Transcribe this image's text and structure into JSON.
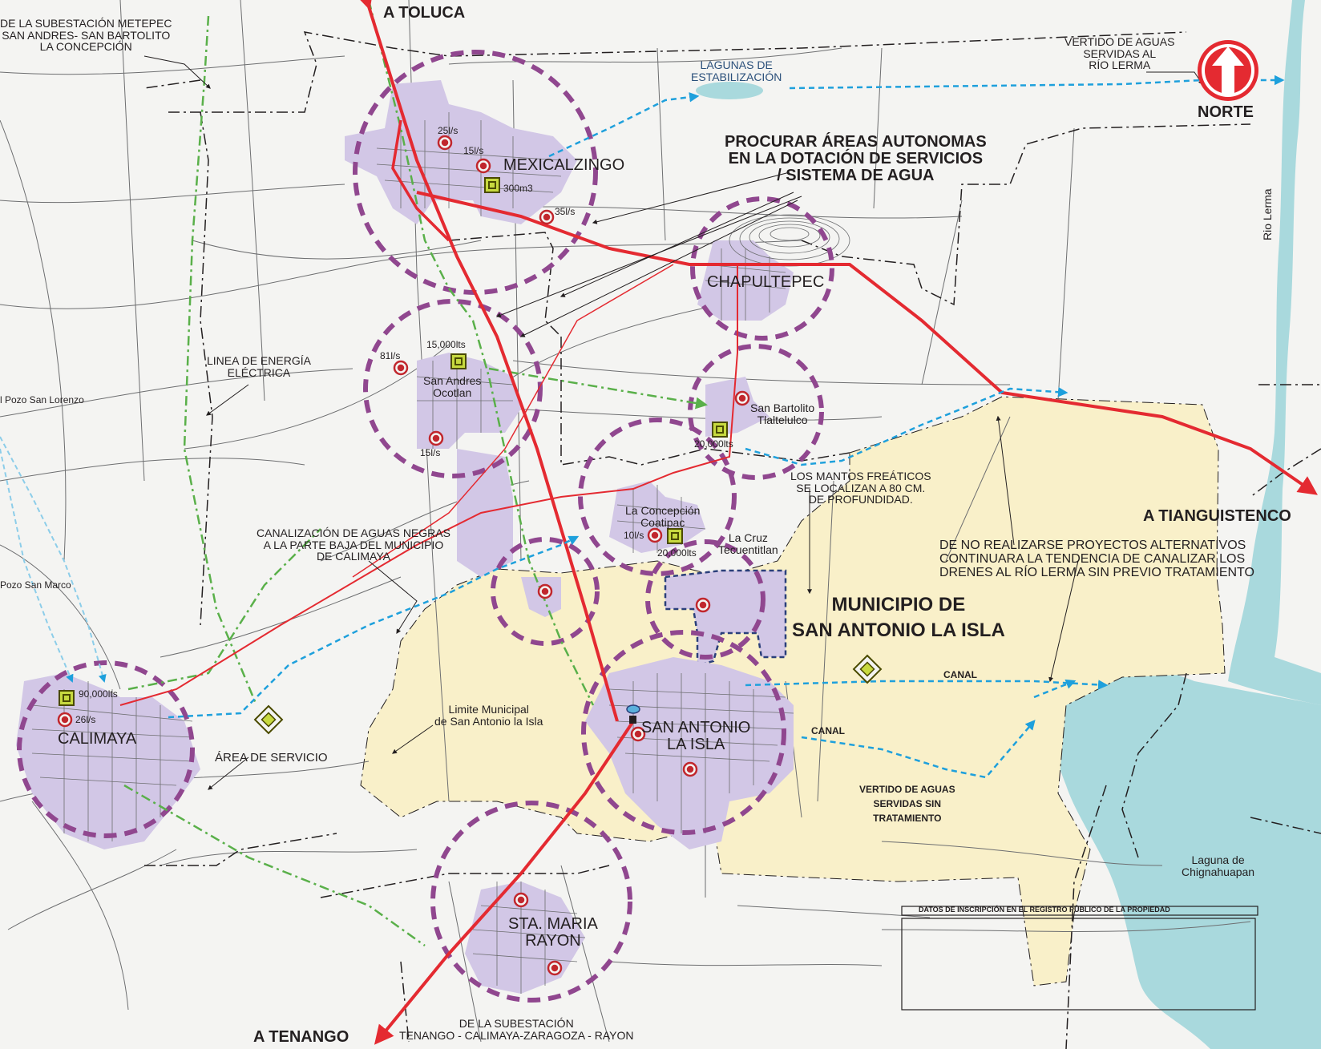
{
  "colors": {
    "background": "#f4f4f2",
    "municipality_fill": "#f9f0c9",
    "urban_fill": "#d2c7e6",
    "service_circle": "#90478f",
    "highway": "#e42a31",
    "power_line": "#5ab04a",
    "sewage_flow": "#1ea0dc",
    "water_body": "#a9d9dd",
    "river": "#a9d9dd",
    "north_arrow": "#e42a31"
  },
  "icons": {
    "well": "concentric-circle-icon",
    "tank": "square-spiral-icon",
    "treatment": "diamond-icon",
    "north": "north-arrow-icon"
  },
  "labels": {
    "toluca": "A TOLUCA",
    "tenango": "A TENANGO",
    "tianguistenco": "A TIANGUISTENCO",
    "north": "NORTE",
    "substation_top": [
      "DE LA SUBESTACIÓN METEPEC",
      "SAN ANDRES- SAN BARTOLITO",
      "LA CONCEPCIÓN"
    ],
    "substation_bottom": [
      "DE LA SUBESTACIÓN",
      "TENANGO - CALIMAYA-ZARAGOZA - RAYON"
    ],
    "lagunas": [
      "LAGUNAS DE",
      "ESTABILIZACIÓN"
    ],
    "vertido_lerma": [
      "VERTIDO DE AGUAS",
      "SERVIDAS AL",
      "RÍO LERMA"
    ],
    "procurar": [
      "PROCURAR ÁREAS  AUTONOMAS",
      "EN LA DOTACIÓN DE SERVICIOS",
      "/ SISTEMA DE AGUA"
    ],
    "rio_lerma": "Rio Lerma",
    "linea_energia": [
      "LINEA DE ENERGÍA",
      "ELÉCTRICA"
    ],
    "pozo_san_lorenzo": "l Pozo San Lorenzo",
    "pozo_san_marco": "Pozo San Marco",
    "canalizacion": [
      "CANALIZACIÓN DE AGUAS NEGRAS",
      "A LA PARTE BAJA DEL MUNICIPIO",
      "DE CALIMAYA"
    ],
    "mantos": [
      "LOS MANTOS FREÁTICOS",
      "SE LOCALIZAN A 80 CM.",
      "DE PROFUNDIDAD."
    ],
    "no_realizarse": [
      "DE NO REALIZARSE PROYECTOS ALTERNATIVOS",
      "CONTINUARA LA TENDENCIA DE CANALIZAR LOS",
      "DRENES  AL RÍO LERMA SIN PREVIO TRATAMIENTO"
    ],
    "municipio": [
      "MUNICIPIO DE",
      "SAN ANTONIO LA ISLA"
    ],
    "canal": "CANAL",
    "canal2": "CANAL",
    "vertido_sin": [
      "VERTIDO DE AGUAS",
      "SERVIDAS SIN",
      "TRATAMIENTO"
    ],
    "limite": [
      "Limite Municipal",
      "de San Antonio la Isla"
    ],
    "area_servicio": "ÁREA DE SERVICIO",
    "laguna": [
      "Laguna de",
      "Chignahuapan"
    ],
    "datos": "DATOS DE INSCRIPCIÓN EN EL REGISTRO PÚBLICO DE LA PROPIEDAD"
  },
  "towns": {
    "mexicalzingo": "MEXICALZINGO",
    "chapultepec": "CHAPULTEPEC",
    "san_andres": [
      "San Andres",
      "Ocotlan"
    ],
    "san_bartolito": [
      "San Bartolito",
      "Tlaltelulco"
    ],
    "la_concepcion": [
      "La Concepción",
      "Coatipac"
    ],
    "la_cruz": [
      "La Cruz",
      "Tecuentitlan"
    ],
    "san_antonio": [
      "SAN ANTONIO",
      "LA ISLA"
    ],
    "calimaya": "CALIMAYA",
    "sta_maria": [
      "STA. MARIA",
      "RAYON"
    ]
  },
  "capacities": {
    "mex_25": "25l/s",
    "mex_15": "15l/s",
    "mex_300": "300m3",
    "mex_35": "35l/s",
    "sa_15000": "15,000lts",
    "sa_81": "81l/s",
    "sa_15": "15l/s",
    "sb_20000": "20,000lts",
    "lc_10": "10l/s",
    "lc_20000": "20,000lts",
    "cal_90000": "90,000lts",
    "cal_26": "26l/s"
  }
}
